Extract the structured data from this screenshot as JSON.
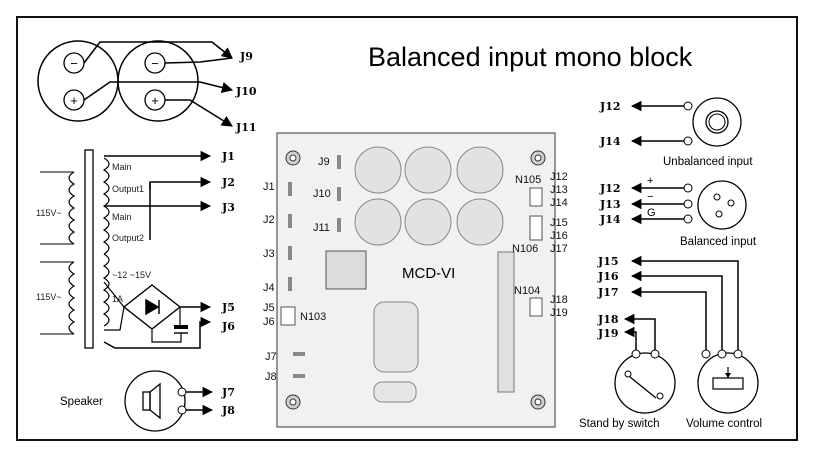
{
  "title": "Balanced input mono block",
  "board": {
    "name": "MCD-VI",
    "connectors_left": [
      "J1",
      "J2",
      "J3",
      "J4",
      "J5",
      "J6",
      "J7",
      "J8"
    ],
    "connectors_top": [
      "J9",
      "J10",
      "J11"
    ],
    "connectors_right_top": [
      "N105",
      "J12",
      "J13",
      "J14"
    ],
    "connectors_right_mid": [
      "J15",
      "J16",
      "N106",
      "J17"
    ],
    "connectors_right_low": [
      "N104",
      "J18",
      "J19"
    ],
    "n103": "N103"
  },
  "power_jacks": {
    "minus": "−",
    "plus": "+",
    "labels": [
      "J9",
      "J10",
      "J11"
    ]
  },
  "transformer": {
    "primary1": "115V~",
    "primary2": "115V~",
    "taps": [
      "Main",
      "Output1",
      "Main",
      "Output2"
    ],
    "aux_label": "~12 ~15V",
    "fuse": "1A",
    "labels": [
      "J1",
      "J2",
      "J3",
      "J5",
      "J6"
    ]
  },
  "speaker": {
    "label": "Speaker",
    "jacks": [
      "J7",
      "J8"
    ]
  },
  "unbalanced": {
    "caption": "Unbalanced input",
    "jacks": [
      "J12",
      "J14"
    ]
  },
  "balanced": {
    "caption": "Balanced input",
    "jacks": [
      "J12",
      "J13",
      "J14"
    ],
    "pins": [
      "+",
      "−",
      "G"
    ]
  },
  "volume": {
    "caption": "Volume control",
    "jacks": [
      "J15",
      "J16",
      "J17"
    ]
  },
  "standby": {
    "caption": "Stand by switch",
    "jacks": [
      "J18",
      "J19"
    ]
  }
}
